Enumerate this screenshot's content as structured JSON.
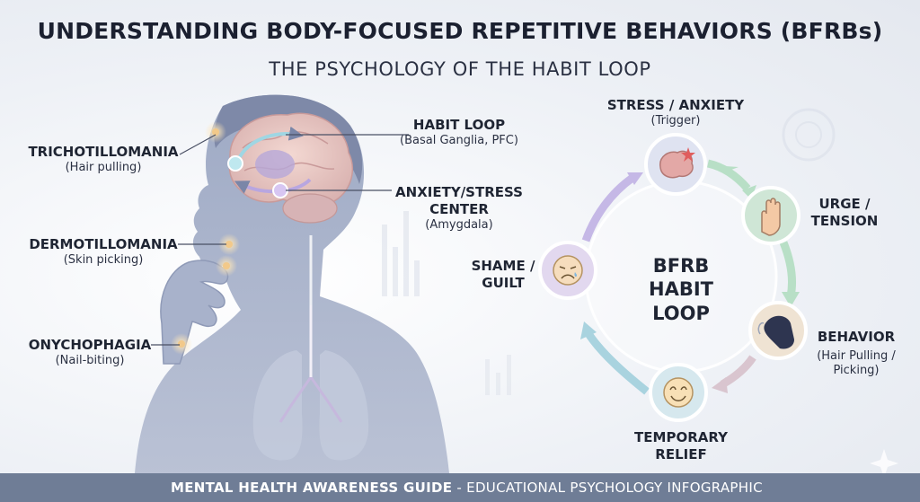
{
  "title": "UNDERSTANDING BODY-FOCUSED REPETITIVE BEHAVIORS (BFRBs)",
  "subtitle": "THE PSYCHOLOGY OF THE HABIT LOOP",
  "left_labels": {
    "trich": {
      "name": "TRICHOTILLOMANIA",
      "desc": "(Hair pulling)"
    },
    "derm": {
      "name": "DERMOTILLOMANIA",
      "desc": "(Skin picking)"
    },
    "onycho": {
      "name": "ONYCHOPHAGIA",
      "desc": "(Nail-biting)"
    }
  },
  "brain_labels": {
    "habit_loop": {
      "name": "HABIT LOOP",
      "desc": "(Basal Ganglia, PFC)"
    },
    "anxiety_center": {
      "name_line1": "ANXIETY/STRESS",
      "name_line2": "CENTER",
      "desc": "(Amygdala)"
    }
  },
  "loop": {
    "center_line1": "BFRB",
    "center_line2": "HABIT LOOP",
    "stages": {
      "stress": {
        "name": "STRESS / ANXIETY",
        "desc": "(Trigger)",
        "icon": "brain-icon"
      },
      "urge": {
        "name_line1": "URGE /",
        "name_line2": "TENSION",
        "icon": "hand-icon"
      },
      "behavior": {
        "name": "BEHAVIOR",
        "desc_line1": "(Hair Pulling /",
        "desc_line2": "Picking)",
        "icon": "grabbing-hand-icon"
      },
      "relief": {
        "name_line1": "TEMPORARY",
        "name_line2": "RELIEF",
        "icon": "smile-face-icon"
      },
      "shame": {
        "name_line1": "SHAME /",
        "name_line2": "GUILT",
        "icon": "sad-face-icon"
      }
    }
  },
  "footer": {
    "bold": "MENTAL HEALTH AWARENESS GUIDE",
    "rest": " - EDUCATIONAL PSYCHOLOGY INFOGRAPHIC"
  },
  "colors": {
    "stress_circle": "#dfe3f1",
    "urge_circle": "#cfe6d6",
    "behavior_circle": "#efe3d3",
    "relief_circle": "#d6e8ee",
    "shame_circle": "#e2d8ef",
    "footer_bg": "#6f7d96"
  }
}
